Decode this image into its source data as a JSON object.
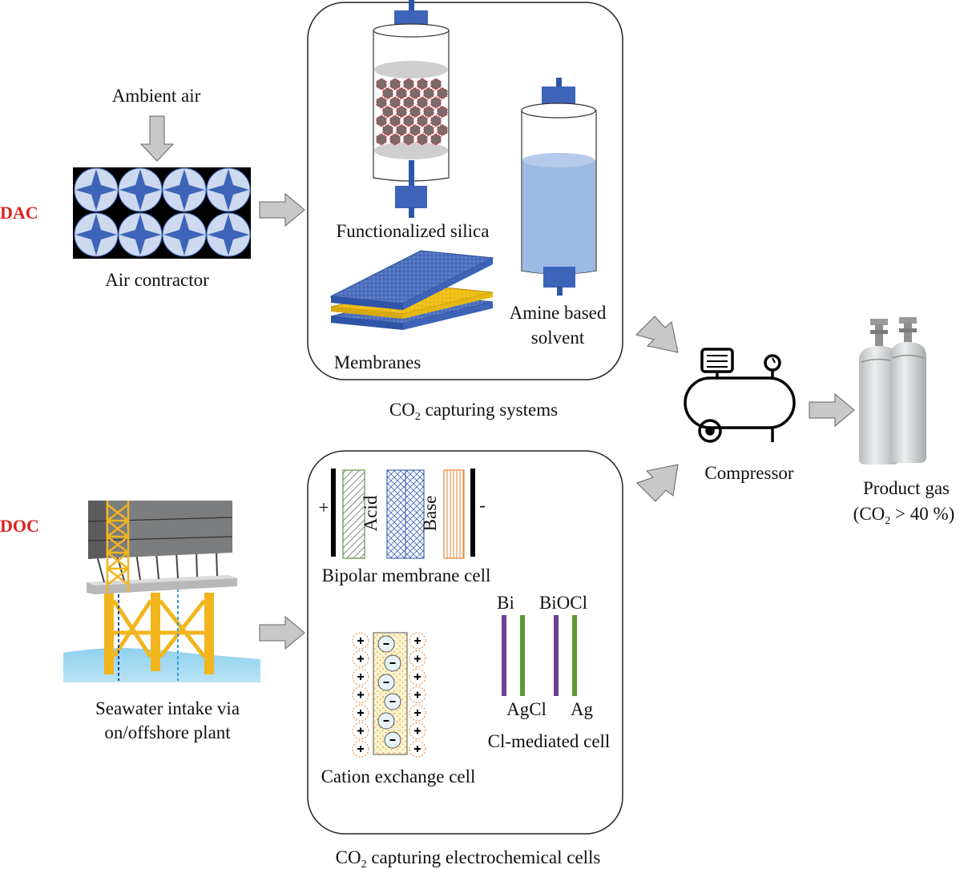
{
  "side_labels": {
    "dac": "DAC",
    "doc": "DOC"
  },
  "dac": {
    "ambient_air": "Ambient air",
    "air_contractor": "Air contractor"
  },
  "capture_systems": {
    "functionalized_silica": "Functionalized silica",
    "membranes": "Membranes",
    "amine_line1": "Amine based",
    "amine_line2": "solvent",
    "caption_prefix": "CO",
    "caption_sub": "2",
    "caption_suffix": " capturing systems"
  },
  "doc": {
    "seawater_line1": "Seawater intake via",
    "seawater_line2": "on/offshore plant"
  },
  "electrochemical": {
    "plus": "+",
    "minus": "-",
    "acid": "Acid",
    "base": "Base",
    "bipolar": "Bipolar membrane cell",
    "cation": "Cation exchange cell",
    "bi": "Bi",
    "biocl": "BiOCl",
    "agcl": "AgCl",
    "ag": "Ag",
    "cl_mediated": "Cl-mediated cell",
    "caption_prefix": "CO",
    "caption_sub": "2",
    "caption_suffix": " capturing electrochemical cells"
  },
  "compressor": {
    "label": "Compressor"
  },
  "product": {
    "line1": "Product gas",
    "line2_prefix": "(CO",
    "line2_sub": "2",
    "line2_suffix": " > 40 %)"
  },
  "colors": {
    "arrow": "#c8c8c8",
    "blue": "#3d64b8",
    "light_blue": "#cdd9ee",
    "liquid": "#9dbae4",
    "red_label": "#e0201e",
    "yellow": "#f2c21a",
    "purple": "#6c3f93",
    "green": "#5b9a35"
  }
}
